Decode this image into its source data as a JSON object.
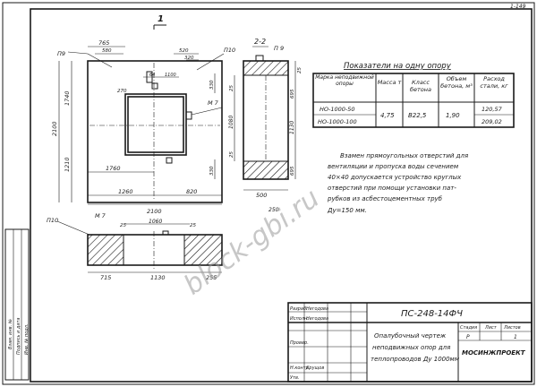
{
  "sheet": {
    "corner_mark": "1-149",
    "view_number": "1",
    "section_label": "2-2",
    "watermark": "block-gbi.ru"
  },
  "plan": {
    "labels": {
      "p9": "П9",
      "p10": "П10",
      "m7": "М 7",
      "d765": "765",
      "d580": "580",
      "d520": "520",
      "d320": "320",
      "d330a": "330",
      "d330b": "330",
      "d270": "270",
      "d64": "64",
      "d1100": "1100",
      "d1740": "1740",
      "d2100": "2100",
      "d1210": "1210",
      "d1760": "1760",
      "d1260": "1260",
      "d820": "820",
      "d2100b": "2100"
    }
  },
  "section": {
    "labels": {
      "p9": "П 9",
      "d25a": "25",
      "d695a": "695",
      "d1080": "1080",
      "d1130": "1130",
      "d695b": "695",
      "d25b": "25",
      "d500": "500",
      "d25c": "25",
      "d250": "250"
    }
  },
  "elevation": {
    "labels": {
      "p10": "П10",
      "m7": "М 7",
      "d25a": "25",
      "d1060": "1060",
      "d25b": "25",
      "d715": "715",
      "d1130": "1130",
      "d255": "255"
    }
  },
  "table": {
    "title": "Показатели на одну опору",
    "headers": [
      "Марка неподвижной опоры",
      "Масса т",
      "Класс бетона",
      "Объем бетона, м³",
      "Расход стали, кг"
    ],
    "rows": [
      {
        "mark": "НО-1000-50",
        "steel": "120,57"
      },
      {
        "mark": "НО-1000-100",
        "steel": "209,02"
      }
    ],
    "shared": {
      "mass": "4,75",
      "concrete_class": "B22,5",
      "volume": "1,90"
    }
  },
  "note": {
    "lines": [
      "Взамен прямоугольных отверстий для",
      "вентиляции и пропуска воды сечением",
      "40×40 допускается устройство круглых",
      "отверстий при помощи установки пат-",
      "рубков из асбестоцементных труб",
      "Ду=150 мм."
    ]
  },
  "title_block": {
    "code": "ПС-248-14ФЧ",
    "rows": [
      "Разраб.",
      "Исполн.",
      "Провер.",
      "Н.контр.",
      "Утв."
    ],
    "names": [
      "Негодова",
      "Негодова",
      "",
      "Хрущов",
      ""
    ],
    "description": [
      "Опалубочный чертеж",
      "неподвижных опор для",
      "теплопроводов Ду 1000мм"
    ],
    "stage_header": [
      "Стадия",
      "Лист",
      "Листов"
    ],
    "stage_values": [
      "Р",
      "",
      "1"
    ],
    "organization": "МОСИНЖПРОЕКТ"
  },
  "side_stamp": {
    "lines": [
      "Взам. инв. №",
      "Подпись и дата",
      "Инв. № подл."
    ]
  }
}
